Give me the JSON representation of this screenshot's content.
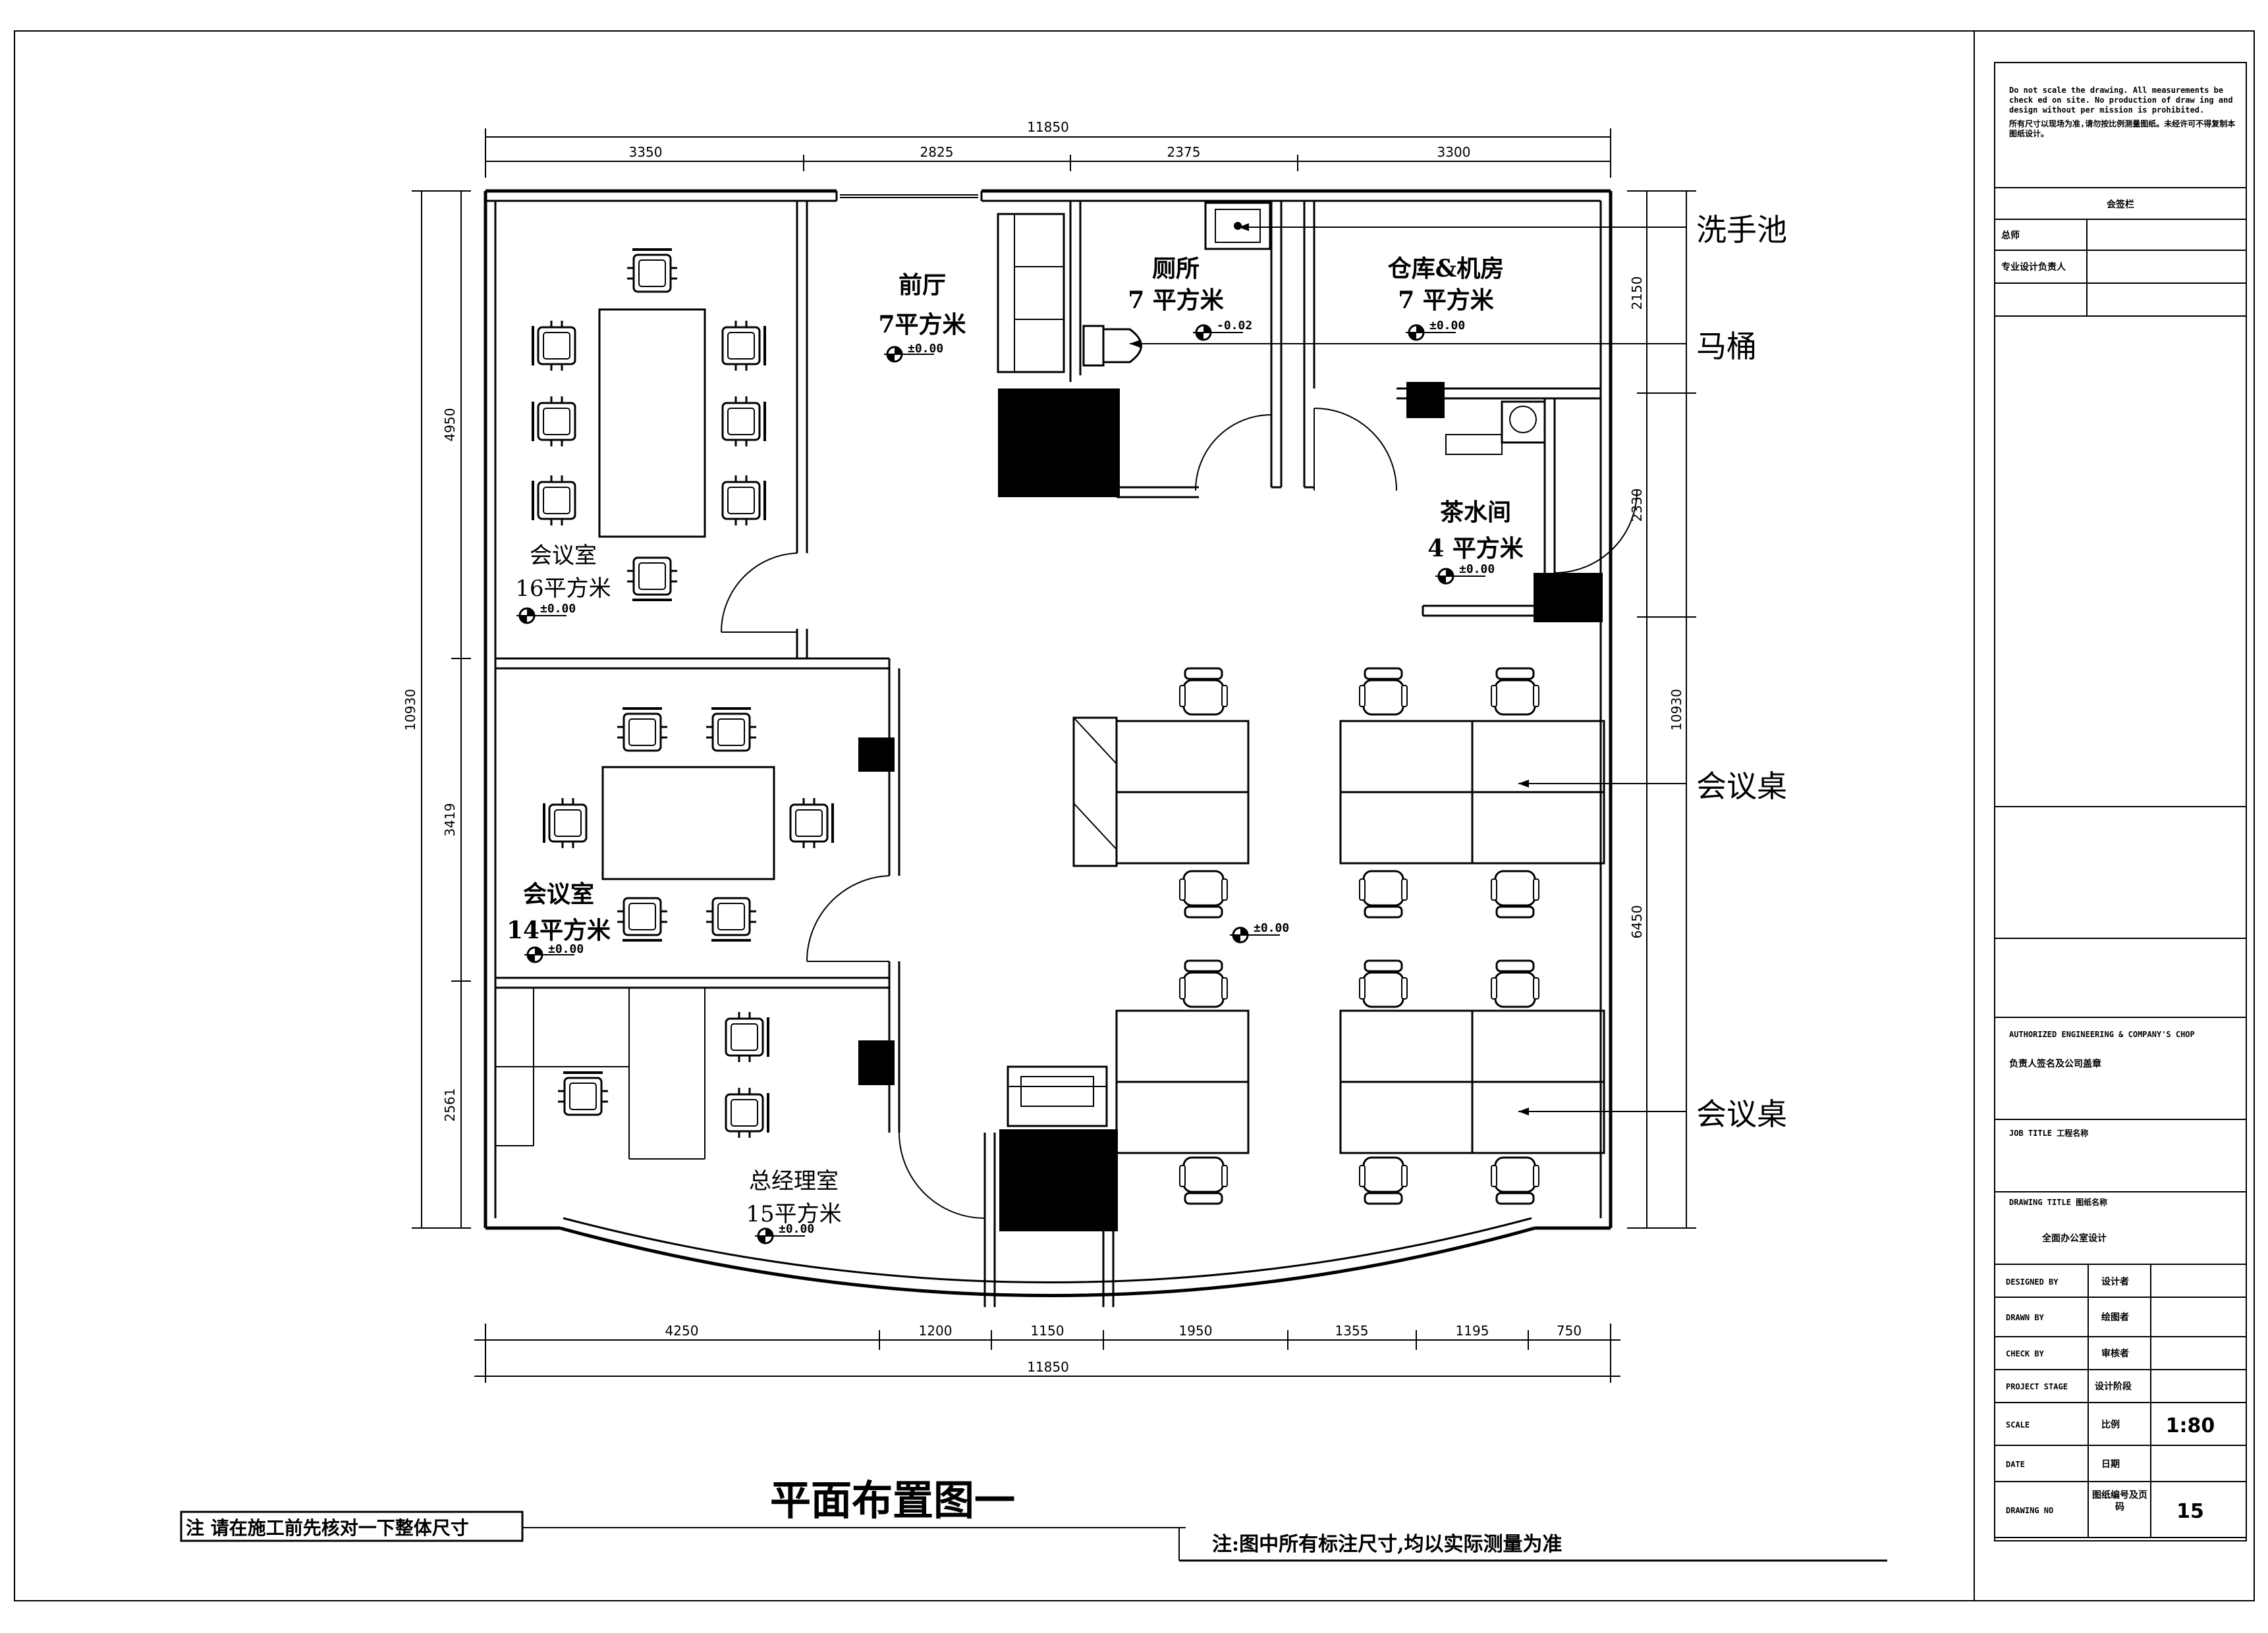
{
  "title": "平面布置图一",
  "notes": {
    "note_left": "注 请在施工前先核对一下整体尺寸",
    "note_right": "注:图中所有标注尺寸,均以实际测量为准"
  },
  "dimensions": {
    "top_total": "11850",
    "top": [
      "3350",
      "2825",
      "2375",
      "3300"
    ],
    "bottom": [
      "4250",
      "1200",
      "1150",
      "1950",
      "1355",
      "1195",
      "750"
    ],
    "bottom_total": "11850",
    "left_total": "10930",
    "left": [
      "4950",
      "3419",
      "2561"
    ],
    "right_total": "10930",
    "right": [
      "2150",
      "2330",
      "6450"
    ]
  },
  "rooms": {
    "reception": {
      "name": "前厅",
      "area": "7平方米",
      "level": "±0.00"
    },
    "toilet": {
      "name": "厕所",
      "area": "7 平方米",
      "level": "-0.02"
    },
    "storage": {
      "name": "仓库&机房",
      "area": "7 平方米",
      "level": "±0.00"
    },
    "tea": {
      "name": "茶水间",
      "area": "4 平方米",
      "level": "±0.00"
    },
    "meeting16": {
      "name": "会议室",
      "area": "16平方米",
      "level": "±0.00"
    },
    "meeting14": {
      "name": "会议室",
      "area": "14平方米",
      "level": "±0.00"
    },
    "gm": {
      "name": "总经理室",
      "area": "15平方米",
      "level": "±0.00"
    },
    "open": {
      "level": "±0.00"
    }
  },
  "callouts": {
    "sink": "洗手池",
    "toilet_bowl": "马桶",
    "desk1": "会议桌",
    "desk2": "会议桌"
  },
  "title_block": {
    "disclaimer_en": "Do not scale the drawing. All measurements be check ed on site. No production of draw ing and design without per mission is prohibited.",
    "disclaimer_cn": "所有尺寸以现场为准,请勿按比例测量图纸。未经许可不得复制本图纸设计。",
    "seal": "会签栏",
    "rows_top": [
      "总师",
      "专业设计负责人"
    ],
    "owner_en": "AUTHORIZED ENGINEERING & COMPANY'S CHOP",
    "owner_cn": "负责人签名及公司盖章",
    "job_title": "JOB TITLE  工程名称",
    "drawing_title": "DRAWING TITLE  图纸名称",
    "drawing_title_value": "全面办公室设计",
    "designed_by": "DESIGNED BY",
    "designed_by_cn": "设计者",
    "drawn_by": "DRAWN BY",
    "drawn_by_cn": "绘图者",
    "check_by": "CHECK BY",
    "check_by_cn": "审核者",
    "project_stage": "PROJECT STAGE",
    "project_stage_cn": "设计阶段",
    "scale": "SCALE",
    "scale_cn": "比例",
    "scale_value": "1:80",
    "date": "DATE",
    "date_cn": "日期",
    "drawing_no": "DRAWING NO",
    "drawing_no_cn": "图纸编号及页码",
    "drawing_no_value": "15"
  }
}
